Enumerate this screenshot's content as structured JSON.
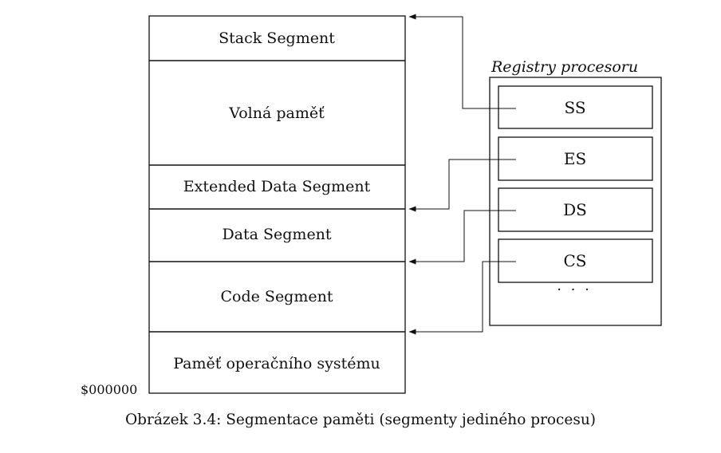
{
  "memory": {
    "segments": [
      "Stack Segment",
      "Volná paměť",
      "Extended Data Segment",
      "Data Segment",
      "Code Segment",
      "Paměť operačního systému"
    ],
    "base_address": "$000000"
  },
  "registers_panel": {
    "title": "Registry procesoru",
    "registers": [
      "SS",
      "ES",
      "DS",
      "CS"
    ],
    "ellipsis": "· · ·"
  },
  "caption": "Obrázek 3.4: Segmentace paměti (segmenty jediného procesu)"
}
